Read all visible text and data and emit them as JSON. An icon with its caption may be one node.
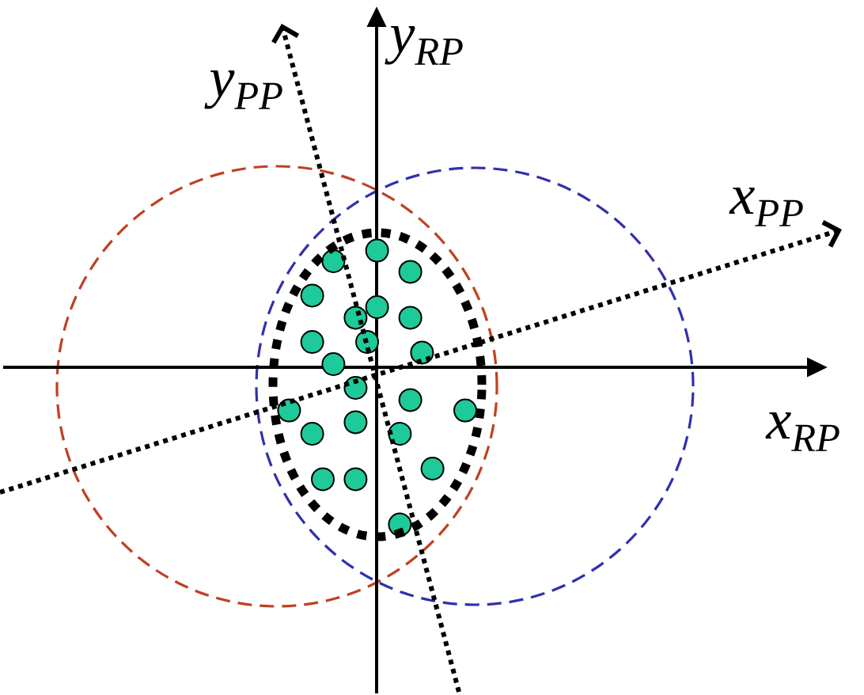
{
  "diagram": {
    "labels": [
      "y$_{PP}$",
      "y$_{RP}$",
      "x$_{PP}$",
      "x$_{RP}$"
    ]
  }
}
